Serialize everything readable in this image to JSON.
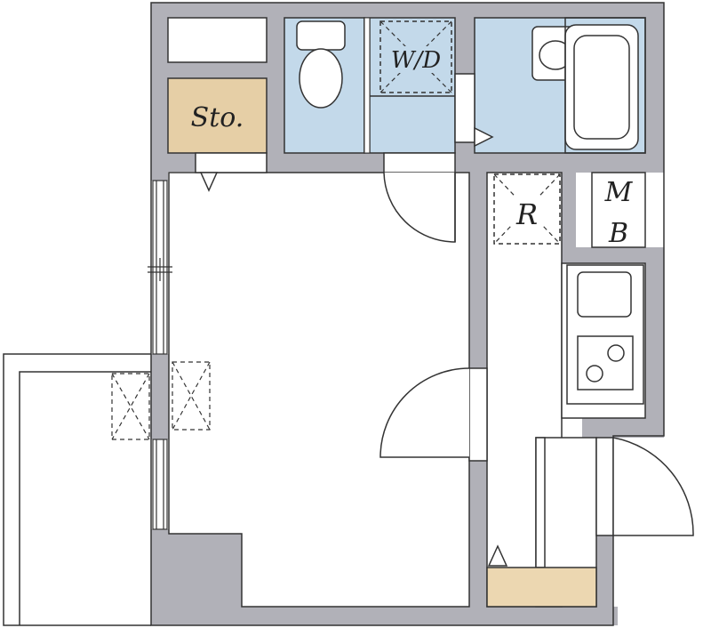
{
  "labels": {
    "storage": "Sto.",
    "washer_dryer": "W/D",
    "refrigerator": "R",
    "meter_box_line1": "M",
    "meter_box_line2": "B"
  },
  "colors": {
    "wall": "#b1b1b8",
    "wet_area": "#c3d9ea",
    "storage_fill": "#e6cfa6",
    "shoe_box_fill": "#ecd7b1",
    "line": "#333333",
    "background": "#ffffff"
  }
}
